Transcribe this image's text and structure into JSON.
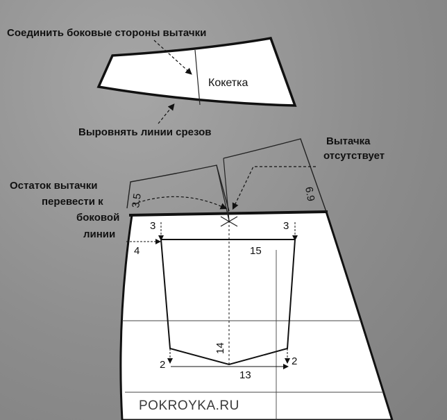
{
  "annotations": {
    "join_dart_sides": "Соединить боковые стороны вытачки",
    "yoke": "Кокетка",
    "align_cut_lines": "Выровнять линии срезов",
    "dart_absent_line1": "Вытачка",
    "dart_absent_line2": "отсутствует",
    "transfer_line1": "Остаток вытачки",
    "transfer_line2": "перевести к",
    "transfer_line3": "боковой",
    "transfer_line4": "линии"
  },
  "measurements": {
    "side_dart": "3.5",
    "right_dart": "6.9",
    "left_offset": "3",
    "right_offset": "3",
    "side_offset": "4",
    "pocket_width_top": "15",
    "pocket_depth": "14",
    "bottom_left": "2",
    "bottom_right": "2",
    "pocket_width_bottom": "13"
  },
  "watermark": "POKROYKA.RU"
}
